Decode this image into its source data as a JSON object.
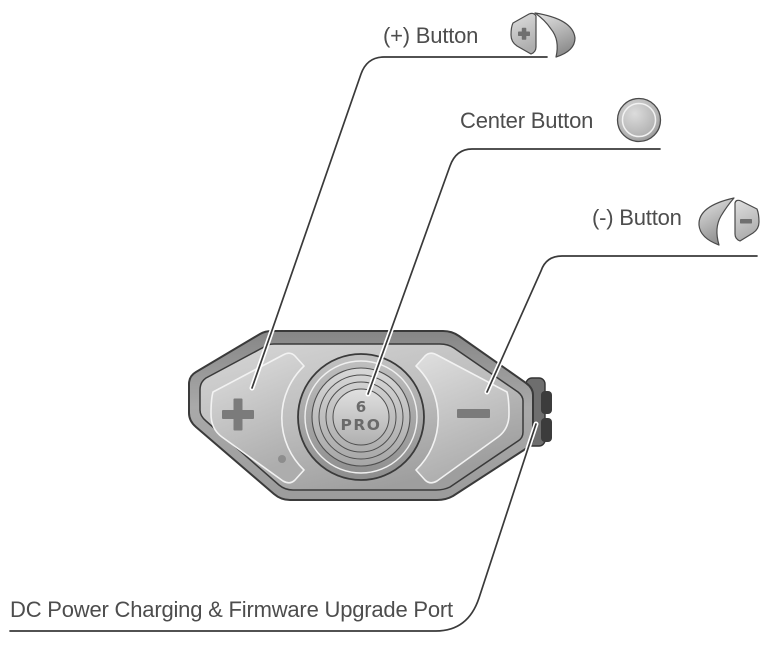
{
  "diagram": {
    "type": "product-callout-diagram",
    "product": "Bluetooth headset main unit",
    "labels": {
      "plus": "(+) Button",
      "center": "Center Button",
      "minus": "(-) Button",
      "port": "DC Power Charging & Firmware Upgrade Port"
    },
    "device": {
      "logo_line1": "6",
      "logo_line2": "PRO",
      "symbols": {
        "plus": "+",
        "minus": "−"
      }
    },
    "icons": {
      "plus_button_icon": "wing-shaped volume-up button cap with plus sign",
      "center_button_icon": "round center button",
      "minus_button_icon": "wing-shaped volume-down button cap with minus sign"
    },
    "colors": {
      "line": "#3a3a3a",
      "label_text": "#4d4d4d",
      "device_symbol": "#7b7b7b",
      "logo": "#6a6a6a"
    }
  }
}
